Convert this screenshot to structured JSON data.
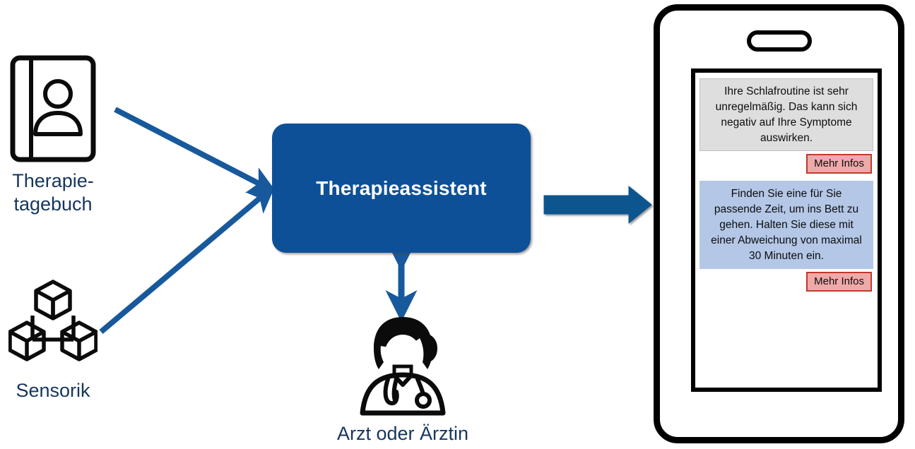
{
  "diagram": {
    "title_box": {
      "label": "Therapieassistent",
      "fill": "#0d5098",
      "text_color": "#ffffff"
    },
    "label_color": "#16365c",
    "accent_color": "#0d5098",
    "sources": [
      {
        "id": "therapy-diary",
        "label": "Therapie-\ntagebuch",
        "icon": "notebook-person-icon"
      },
      {
        "id": "sensors",
        "label": "Sensorik",
        "icon": "sensor-cubes-icon"
      }
    ],
    "actor": {
      "id": "doctor",
      "label": "Arzt oder Ärztin",
      "icon": "doctor-female-icon"
    },
    "connectors": [
      {
        "name": "diary-to-assistant",
        "type": "arrow",
        "direction": "one-way"
      },
      {
        "name": "sensors-to-assistant",
        "type": "arrow",
        "direction": "one-way"
      },
      {
        "name": "assistant-to-doctor",
        "type": "arrow",
        "direction": "two-way"
      },
      {
        "name": "assistant-to-phone",
        "type": "block-arrow",
        "direction": "one-way"
      }
    ]
  },
  "phone": {
    "device_frame": "smartphone-frame",
    "speaker": "speaker-grille",
    "messages": [
      {
        "id": "sleep-routine-warning",
        "text": "Ihre Schlafroutine ist sehr unregelmäßig. Das kann sich negativ auf Ihre Symptome auswirken.",
        "background": "#dedede",
        "button_label": "Mehr Infos"
      },
      {
        "id": "bedtime-recommendation",
        "text": "Finden Sie eine für Sie passende Zeit, um ins Bett zu gehen. Halten Sie diese mit einer Abweichung von maximal 30 Minuten ein.",
        "background": "#b4c7e7",
        "button_label": "Mehr Infos"
      }
    ],
    "button_colors": {
      "fill": "#f0a9a9",
      "border": "#c0392b"
    }
  }
}
